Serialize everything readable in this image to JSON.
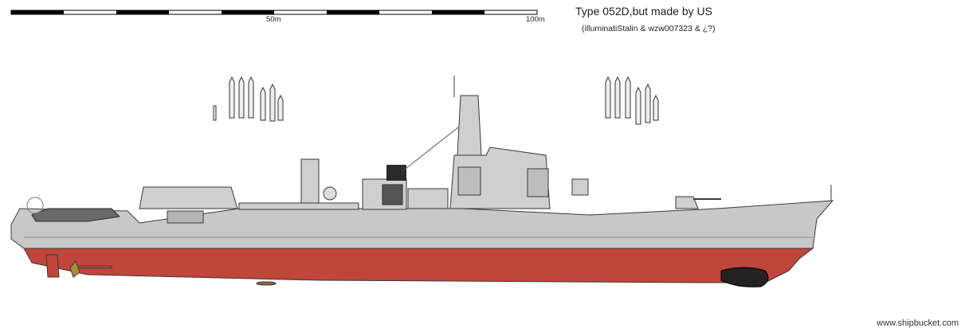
{
  "title": "Type 052D,but made by US",
  "credits": "(illuminatiStalin & wzw007323 & ¿?)",
  "scale": {
    "labels": [
      "50m",
      "100m"
    ]
  },
  "watermark": "www.shipbucket.com",
  "colors": {
    "hull_upper": "#c8c8c8",
    "hull_lower": "#c0453a",
    "superstructure": "#cfcfcf",
    "outline": "#3a3a3a",
    "window": "#2a2a2a",
    "scale_black": "#000000"
  }
}
